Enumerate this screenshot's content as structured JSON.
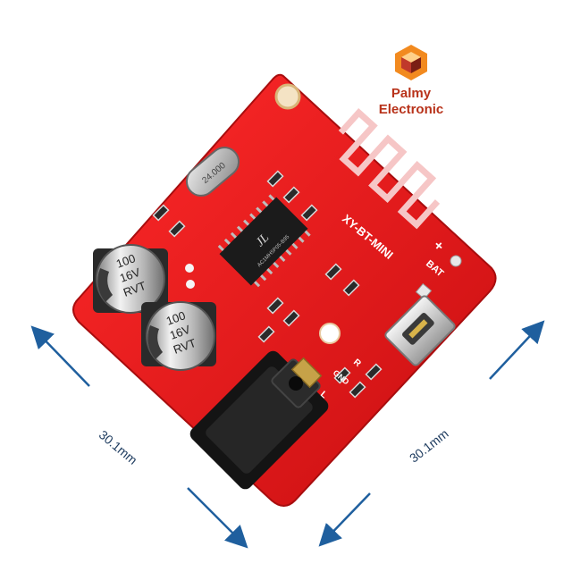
{
  "brand": {
    "line1": "Palmy",
    "line2": "Electronic",
    "logo_icon": "isometric-cube-icon",
    "colors": {
      "orange": "#f28a1f",
      "red": "#c0392b",
      "dark": "#7a1f14"
    }
  },
  "board": {
    "silkscreen_model": "XY-BT-MINI",
    "crystal_label": "24.000",
    "chip_logo": "JL",
    "chip_marking": "AC1MH5P05-B95",
    "capacitor_label": [
      "100",
      "16V",
      "RVT"
    ],
    "pin_labels": {
      "plus": "+",
      "bat": "BAT",
      "r": "R",
      "gnd": "GND",
      "l": "L"
    },
    "pcb_color": "#e3171b",
    "icons": [
      "bluetooth-antenna-icon",
      "micro-usb-port-icon",
      "audio-jack-icon",
      "capacitor-icon",
      "crystal-icon"
    ]
  },
  "dimensions": {
    "left": "30.1mm",
    "right": "30.1mm",
    "arrow_color": "#1f5f9e"
  }
}
